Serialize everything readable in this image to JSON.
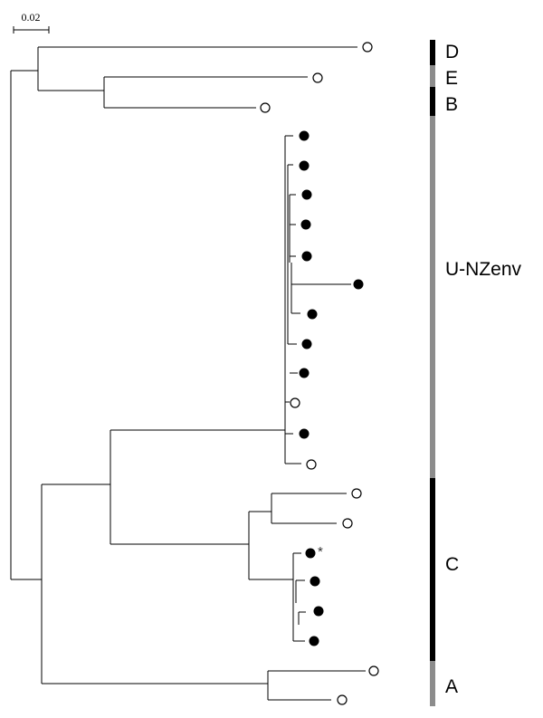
{
  "scale_bar": {
    "label": "0.02"
  },
  "clades": [
    {
      "id": "D",
      "label": "D",
      "bar_color": "#000000"
    },
    {
      "id": "E",
      "label": "E",
      "bar_color": "#8c8c8c"
    },
    {
      "id": "B",
      "label": "B",
      "bar_color": "#000000"
    },
    {
      "id": "U-NZenv",
      "label": "U-NZenv",
      "bar_color": "#8c8c8c"
    },
    {
      "id": "C",
      "label": "C",
      "bar_color": "#000000"
    },
    {
      "id": "A",
      "label": "A",
      "bar_color": "#8c8c8c"
    }
  ],
  "tips": [
    {
      "clade": "D",
      "marker": "open-circle"
    },
    {
      "clade": "E",
      "marker": "open-circle"
    },
    {
      "clade": "B",
      "marker": "open-circle"
    },
    {
      "clade": "U-NZenv",
      "marker": "filled-circle"
    },
    {
      "clade": "U-NZenv",
      "marker": "filled-circle"
    },
    {
      "clade": "U-NZenv",
      "marker": "filled-circle"
    },
    {
      "clade": "U-NZenv",
      "marker": "filled-circle"
    },
    {
      "clade": "U-NZenv",
      "marker": "filled-circle"
    },
    {
      "clade": "U-NZenv",
      "marker": "filled-circle"
    },
    {
      "clade": "U-NZenv",
      "marker": "filled-circle"
    },
    {
      "clade": "U-NZenv",
      "marker": "filled-circle"
    },
    {
      "clade": "U-NZenv",
      "marker": "filled-circle"
    },
    {
      "clade": "U-NZenv",
      "marker": "open-circle"
    },
    {
      "clade": "U-NZenv",
      "marker": "filled-circle"
    },
    {
      "clade": "U-NZenv",
      "marker": "open-circle"
    },
    {
      "clade": "C",
      "marker": "open-circle"
    },
    {
      "clade": "C",
      "marker": "open-circle"
    },
    {
      "clade": "C",
      "marker": "filled-circle",
      "annotation": "*"
    },
    {
      "clade": "C",
      "marker": "filled-circle"
    },
    {
      "clade": "C",
      "marker": "filled-circle"
    },
    {
      "clade": "C",
      "marker": "filled-circle"
    },
    {
      "clade": "A",
      "marker": "open-circle"
    },
    {
      "clade": "A",
      "marker": "open-circle"
    }
  ]
}
